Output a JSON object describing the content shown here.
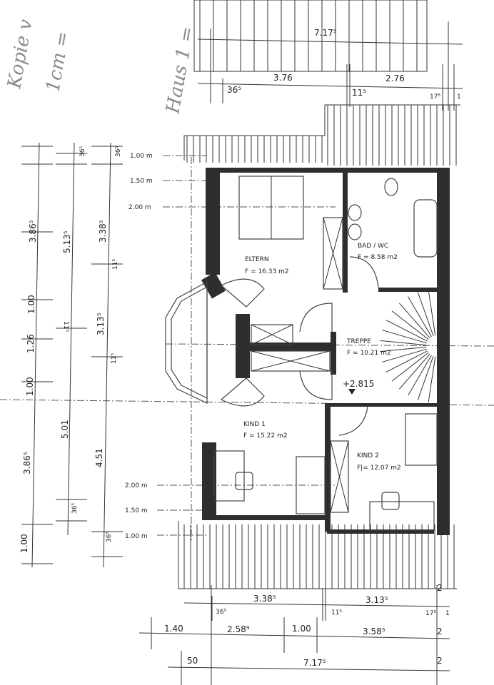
{
  "handwritten_notes": [
    "Kopie v",
    "1cm =",
    "Haus 1 ="
  ],
  "rooms": [
    {
      "name": "ELTERN",
      "area": "F = 16.33 m2"
    },
    {
      "name": "BAD / WC",
      "area": "F = 8.58 m2"
    },
    {
      "name": "TREPPE",
      "area": "F = 10.21 m2"
    },
    {
      "name": "KIND 1",
      "area": "F = 15.22 m2"
    },
    {
      "name": "KIND 2",
      "area": "F|= 12.07 m2"
    }
  ],
  "elevation_marker": "+2.815",
  "height_levels_top": [
    "1.00 m",
    "1.50 m",
    "2.00 m"
  ],
  "height_levels_bottom": [
    "2.00 m",
    "1.50 m",
    "1.00 m"
  ],
  "dimensions": {
    "top_overall": "7.17⁵",
    "top_row": [
      "36⁵",
      "3.76",
      "11⁵",
      "2.76",
      "17⁵",
      "1"
    ],
    "left_col1": [
      "3.86⁵",
      "1.00",
      "1.26",
      "1.00",
      "3.86⁵",
      "1.00"
    ],
    "left_col2": [
      "36⁵",
      "5.13⁵",
      "11⁵",
      "5.01",
      "36⁵"
    ],
    "left_col3": [
      "36⁵",
      "3.38⁵",
      "11⁵",
      "3.13⁵",
      "11⁵",
      "4.51",
      "36⁵"
    ],
    "bottom_row1": [
      "36⁵",
      "3.38⁵",
      "11⁵",
      "3.13⁵",
      "17⁵",
      "1",
      "2"
    ],
    "bottom_row2": [
      "1.40",
      "2.58⁹",
      "1.00",
      "3.58⁵",
      "2"
    ],
    "bottom_row3": [
      "50",
      "7.17⁵",
      "2"
    ]
  }
}
